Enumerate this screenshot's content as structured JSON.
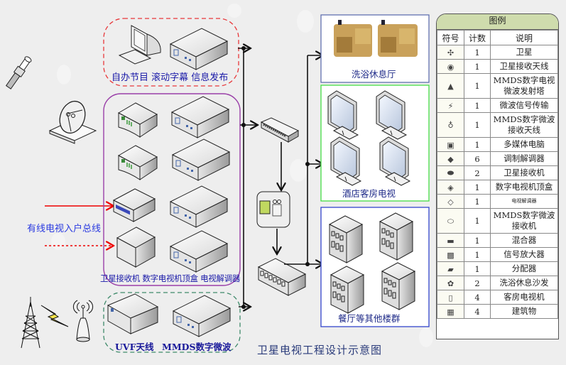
{
  "title": "卫星电视工程设计示意图",
  "bus_label": "有线电视入户总线",
  "groups": {
    "info": {
      "label": "自办节目 滚动字幕 信息发布",
      "border_color": "#e8373a"
    },
    "receivers": {
      "label": "卫星接收机 数字电视机顶盒 电视解调器",
      "border_color": "#9a3fa8"
    },
    "antennas": {
      "label_uvf": "UVF天线",
      "label_mmds": "MMDS数字微波",
      "border_color": "#3e8a6a"
    }
  },
  "zones": {
    "bath": {
      "label": "洗浴休息厅",
      "border_color": "#5566aa"
    },
    "hotel": {
      "label": "酒店客房电视",
      "border_color": "#44dd44"
    },
    "buildings": {
      "label": "餐厅等其他楼群",
      "border_color": "#3344cc"
    }
  },
  "legend": {
    "title": "图例",
    "headers": [
      "符号",
      "计数",
      "说明"
    ],
    "header_color": "#cfdcad",
    "rows": [
      {
        "icon": "satellite-icon",
        "count": "1",
        "desc": "卫星",
        "tall": false
      },
      {
        "icon": "satellite-dish-icon",
        "count": "1",
        "desc": "卫星接收天线",
        "tall": false
      },
      {
        "icon": "broadcast-tower-icon",
        "count": "1",
        "desc": "MMDS数字电视微波发射塔",
        "tall": true
      },
      {
        "icon": "microwave-signal-icon",
        "count": "1",
        "desc": "微波信号传输",
        "tall": false
      },
      {
        "icon": "mmds-antenna-icon",
        "count": "1",
        "desc": "MMDS数字微波接收天线",
        "tall": true
      },
      {
        "icon": "multimedia-pc-icon",
        "count": "1",
        "desc": "多媒体电脑",
        "tall": false
      },
      {
        "icon": "modulator-icon",
        "count": "6",
        "desc": "调制解调器",
        "tall": false
      },
      {
        "icon": "satellite-receiver-icon",
        "count": "2",
        "desc": "卫星接收机",
        "tall": false
      },
      {
        "icon": "set-top-box-icon",
        "count": "1",
        "desc": "数字电视机顶盒",
        "tall": false
      },
      {
        "icon": "tv-demodulator-icon",
        "count": "1",
        "desc": "电视解调器",
        "tall": false,
        "tiny": true
      },
      {
        "icon": "mmds-receiver-icon",
        "count": "1",
        "desc": "MMDS数字微波接收机",
        "tall": true
      },
      {
        "icon": "mixer-icon",
        "count": "1",
        "desc": "混合器",
        "tall": false
      },
      {
        "icon": "amplifier-icon",
        "count": "1",
        "desc": "信号放大器",
        "tall": false
      },
      {
        "icon": "splitter-icon",
        "count": "1",
        "desc": "分配器",
        "tall": false
      },
      {
        "icon": "sofa-icon",
        "count": "2",
        "desc": "洗浴休息沙发",
        "tall": false
      },
      {
        "icon": "room-tv-icon",
        "count": "4",
        "desc": "客房电视机",
        "tall": false
      },
      {
        "icon": "building-icon",
        "count": "4",
        "desc": "建筑物",
        "tall": false
      }
    ]
  }
}
